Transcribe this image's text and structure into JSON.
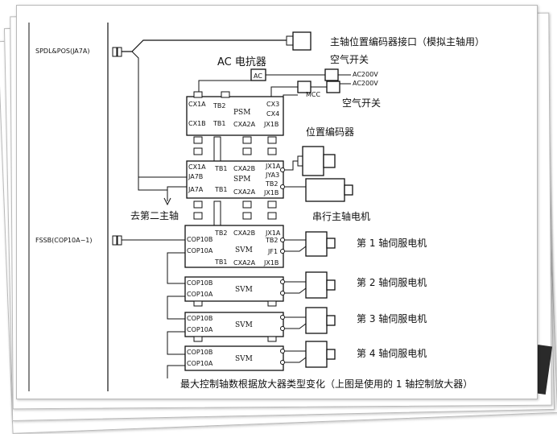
{
  "spindle": {
    "port_label": "SPDL&POS(JA7A)",
    "encoder_interface": "主轴位置编码器接口（模拟主轴用）",
    "ac_reactor": "AC 电抗器",
    "ac": "AC",
    "ac200v_1": "AC200V",
    "ac200v_2": "AC200V",
    "breaker_1": "空气开关",
    "breaker_2": "空气开关",
    "mcc": "MCC",
    "position_encoder": "位置编码器",
    "to_second_spindle": "去第二主轴",
    "serial_motor": "串行主轴电机"
  },
  "psm": {
    "name": "PSM",
    "cx1a": "CX1A",
    "tb2": "TB2",
    "cx3": "CX3",
    "cx4": "CX4",
    "cx1b": "CX1B",
    "tb1": "TB1",
    "cxa2a": "CXA2A",
    "jx1b": "JX1B"
  },
  "spm": {
    "name": "SPM",
    "cx1a": "CX1A",
    "tb1": "TB1",
    "cxa2b": "CXA2B",
    "jx1a": "JX1A",
    "ja7b": "JA7B",
    "jya3": "JYA3",
    "tb2": "TB2",
    "ja7a": "JA7A",
    "tb1b": "TB1",
    "cxa2a": "CXA2A",
    "jx1b": "JX1B"
  },
  "fssb": {
    "port_label": "FSSB(COP10A−1)"
  },
  "svm1": {
    "tb2": "TB2",
    "cxa2b": "CXA2B",
    "jx1a": "JX1A",
    "cop10b": "COP10B",
    "tb2b": "TB2",
    "name": "SVM",
    "cop10a": "COP10A",
    "jf1": "JF1",
    "tb1": "TB1",
    "cxa2a": "CXA2A",
    "jx1b": "JX1B",
    "motor": "第 1 轴伺服电机"
  },
  "svm2": {
    "cop10b": "COP10B",
    "name": "SVM",
    "cop10a": "COP10A",
    "motor": "第 2 轴伺服电机"
  },
  "svm3": {
    "cop10b": "COP10B",
    "name": "SVM",
    "cop10a": "COP10A",
    "motor": "第 3 轴伺服电机"
  },
  "svm4": {
    "cop10b": "COP10B",
    "name": "SVM",
    "cop10a": "COP10A",
    "motor": "第 4 轴伺服电机"
  },
  "caption": "最大控制轴数根据放大器类型变化（上图是使用的 1 轴控制放大器）"
}
